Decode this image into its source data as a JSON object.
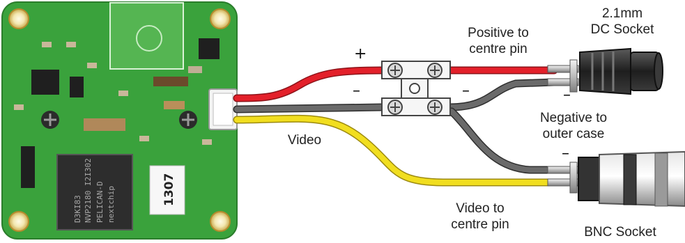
{
  "labels": {
    "dc_socket": [
      "2.1mm",
      "DC Socket"
    ],
    "positive": [
      "Positive to",
      "centre pin"
    ],
    "negative": [
      "Negative to",
      "outer case"
    ],
    "video": "Video",
    "video_centre": [
      "Video to",
      "centre pin"
    ],
    "bnc_socket": "BNC Socket"
  },
  "signs": {
    "plus": "+",
    "minus_left": "–",
    "minus_right": "–",
    "minus_dc": "–",
    "minus_bnc": "–"
  },
  "board": {
    "chip_text": [
      "nextchip",
      "PELICAN-D",
      "NVP2180 I2I302",
      "D3KI83"
    ],
    "sticker_text": "1307"
  },
  "colors": {
    "board": "#3aa23c",
    "positive_wire": "#e3202a",
    "negative_wire": "#5a5a5a",
    "video_wire": "#f1de1f",
    "socket_body": "#2c2c2c",
    "metal": "#c8c8c8"
  }
}
